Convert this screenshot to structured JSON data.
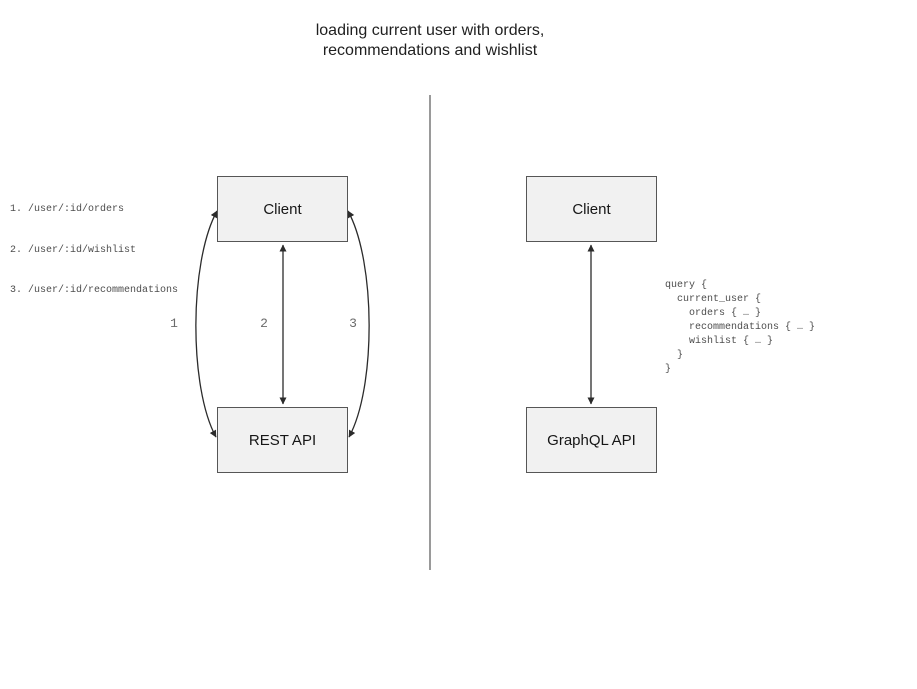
{
  "title": {
    "text": "loading current user with orders,\nrecommendations and wishlist"
  },
  "left_panel": {
    "endpoints": [
      "1. /user/:id/orders",
      "2. /user/:id/wishlist",
      "3. /user/:id/recommendations"
    ],
    "client_label": "Client",
    "api_label": "REST API",
    "arrow_labels": [
      "1",
      "2",
      "3"
    ]
  },
  "right_panel": {
    "client_label": "Client",
    "api_label": "GraphQL API",
    "query_code": "query {\n  current_user {\n    orders { … }\n    recommendations { … }\n    wishlist { … }\n  }\n}"
  },
  "colors": {
    "box_fill": "#f1f1f1",
    "box_border": "#565656",
    "arrow": "#2b2b2b",
    "code_text": "#4d4d4d",
    "divider": "#6e6e6e",
    "title_text": "#1f1f1f",
    "label_text": "#6b6b6b"
  }
}
